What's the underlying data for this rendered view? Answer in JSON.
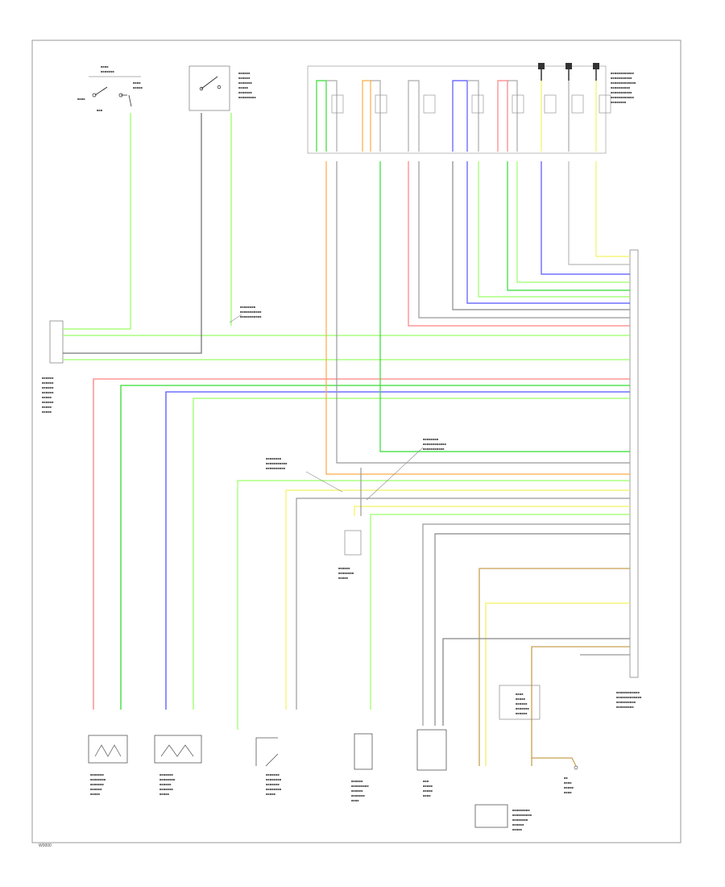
{
  "footer": {
    "code": "W0000"
  },
  "colors": {
    "red": "#ff8080",
    "green": "#33dd33",
    "ltgreen": "#99ff66",
    "blue": "#5555ff",
    "yellow": "#f2f260",
    "orange": "#ffaa44",
    "tan": "#c8a050",
    "gray": "#777777",
    "dark": "#333333",
    "border": "#999999"
  },
  "wire_label_placeholder": "■■■■■",
  "components": [
    "ignition-switch",
    "transfer-switch",
    "relay-connector",
    "engine-control-module-connector",
    "crankshaft-position-sensor",
    "camshaft-position-sensor",
    "throttle-position-sensor",
    "engine-coolant-temp-sensor",
    "vehicle-speed-sensor",
    "transmission-solenoid-assembly",
    "overdrive-switch"
  ]
}
